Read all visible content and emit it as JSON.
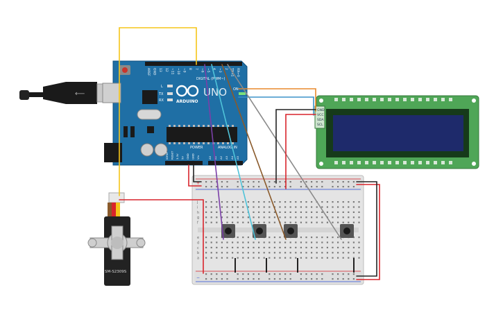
{
  "arduino": {
    "brand": "ARDUINO",
    "model": "UNO",
    "digital_header": "DIGITAL (PWM~)",
    "power_label": "POWER",
    "analog_label": "ANALOG IN",
    "led_l": "L",
    "led_tx": "TX",
    "led_rx": "RX",
    "on_label": "ON",
    "digital_pins": [
      "AREF",
      "GND",
      "13",
      "12",
      "~11",
      "~10",
      "~9",
      "8",
      "7",
      "~6",
      "~5",
      "4",
      "~3",
      "2",
      "TX→1",
      "RX←0"
    ],
    "power_pins": [
      "IOREF",
      "RESET",
      "3.3V",
      "5V",
      "GND",
      "GND",
      "Vin"
    ],
    "analog_pins": [
      "A0",
      "A1",
      "A2",
      "A3",
      "A4",
      "A5"
    ]
  },
  "lcd": {
    "pins": [
      "GND",
      "VCC",
      "SDA",
      "SCL"
    ]
  },
  "servo": {
    "model": "SM-S2309S"
  },
  "breadboard": {
    "row_letters_top": [
      "j",
      "i",
      "h",
      "g",
      "f"
    ],
    "row_letters_bottom": [
      "e",
      "d",
      "c",
      "b",
      "a"
    ],
    "rail_plus": "+",
    "rail_minus": "−"
  },
  "colors": {
    "board_blue": "#1f6fa5",
    "board_dark": "#185a88",
    "lcd_green": "#4fa657",
    "lcd_screen": "#1e2a6b",
    "wire_yellow": "#f5c518",
    "wire_orange": "#e8892b",
    "wire_blue": "#3b92c8",
    "wire_gray": "#8a8a8a",
    "wire_purple": "#7b3fa8",
    "wire_cyan": "#4fc3d9",
    "wire_brown": "#8a5a2b",
    "wire_red": "#d9242b",
    "wire_black": "#222222"
  }
}
